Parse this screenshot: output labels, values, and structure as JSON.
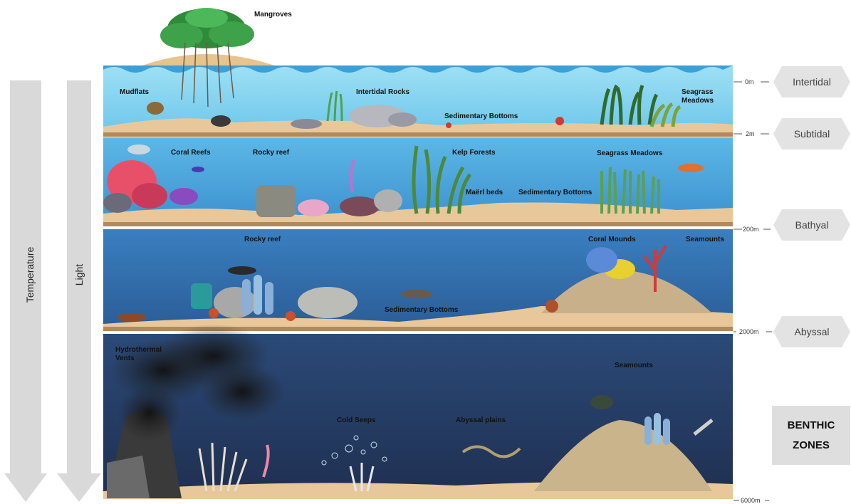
{
  "labels": {
    "mangroves": "Mangroves",
    "mudflats": "Mudflats",
    "intertidal_rocks": "Intertidal Rocks",
    "sedimentary_bottoms_1": "Sedimentary Bottoms",
    "seagrass_meadows_1": "Seagrass Meadows",
    "coral_reefs": "Coral Reefs",
    "rocky_reef_1": "Rocky reef",
    "kelp_forests": "Kelp Forests",
    "seagrass_meadows_2": "Seagrass Meadows",
    "maerl_beds": "Maërl beds",
    "sedimentary_bottoms_2": "Sedimentary Bottoms",
    "rocky_reef_2": "Rocky reef",
    "coral_mounds": "Coral Mounds",
    "seamounts_1": "Seamounts",
    "sedimentary_bottoms_3": "Sedimentary Bottoms",
    "hydrothermal_vents": "Hydrothermal Vents",
    "seamounts_2": "Seamounts",
    "cold_seeps": "Cold Seeps",
    "abyssal_plains": "Abyssal plains"
  },
  "depths": [
    "0m",
    "2m",
    "200m",
    "2000m",
    "6000m"
  ],
  "zones": [
    "Intertidal",
    "Subtidal",
    "Bathyal",
    "Abyssal"
  ],
  "axes": {
    "temperature": "Temperature",
    "light": "Light"
  },
  "title_box": "BENTHIC ZONES",
  "colors": {
    "shallow_water": "#7fd0ee",
    "subtidal_water": "#4aa3d8",
    "bathyal_water": "#2f6fae",
    "abyssal_water": "#2a3f66",
    "sand": "#e8c89a",
    "arrow_gray": "#d9d9d9",
    "zone_gray": "#e3e3e3"
  }
}
